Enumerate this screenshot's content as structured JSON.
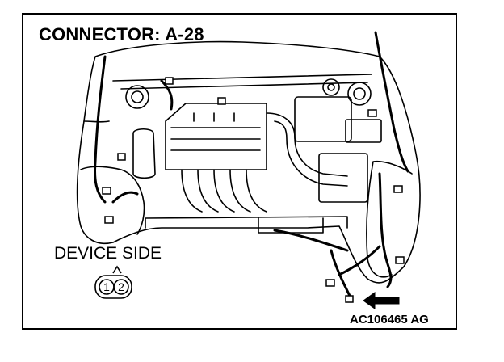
{
  "title": "CONNECTOR: A-28",
  "device_label": "DEVICE SIDE",
  "connector": {
    "pins": [
      "1",
      "2"
    ]
  },
  "figure_code": "AC106465 AG"
}
